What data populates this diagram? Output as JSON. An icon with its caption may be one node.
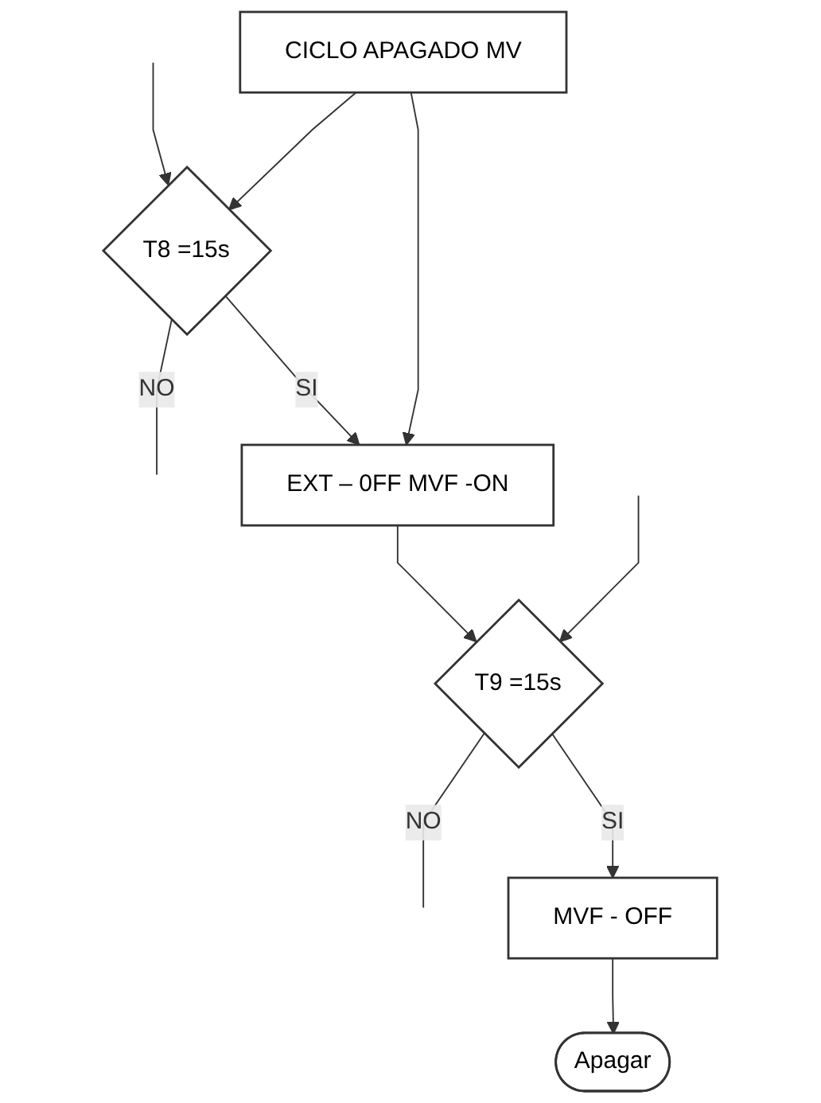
{
  "diagram": {
    "nodes": [
      {
        "text": [
          "T8 =15s"
        ]
      },
      {
        "text": [
          "EXT – 0FF MVF -ON"
        ]
      },
      {
        "text": [
          "CICLO APAGADO MV"
        ]
      },
      {
        "text": [
          "T9 =15s"
        ]
      },
      {
        "text": [
          "MVF - OFF"
        ]
      },
      {
        "text": [
          "Apagar"
        ]
      }
    ],
    "edges": [
      {
        "from": null,
        "to": 0,
        "arrow": "to"
      },
      {
        "from": 2,
        "to": 0,
        "arrow": "to"
      },
      {
        "from": 0,
        "to": null,
        "label": "NO",
        "arrow": "none"
      },
      {
        "from": 0,
        "to": 1,
        "label": "SI",
        "arrow": "to"
      },
      {
        "from": 2,
        "to": 1,
        "arrow": "to"
      },
      {
        "from": 1,
        "to": 3,
        "arrow": "to"
      },
      {
        "from": null,
        "to": 3,
        "arrow": "to"
      },
      {
        "from": 3,
        "to": null,
        "label": "NO",
        "arrow": "none"
      },
      {
        "from": 3,
        "to": 4,
        "label": "SI",
        "arrow": "to"
      },
      {
        "from": 4,
        "to": 5,
        "arrow": "to"
      }
    ]
  }
}
